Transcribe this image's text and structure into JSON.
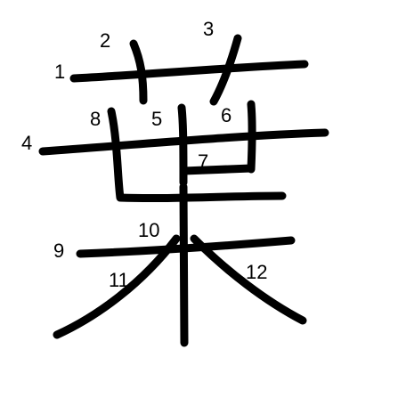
{
  "diagram": {
    "character": "葉",
    "stroke_color": "#000000",
    "background": "#ffffff",
    "stroke_numbers": [
      "1",
      "2",
      "3",
      "4",
      "5",
      "6",
      "7",
      "8",
      "9",
      "10",
      "11",
      "12"
    ]
  }
}
